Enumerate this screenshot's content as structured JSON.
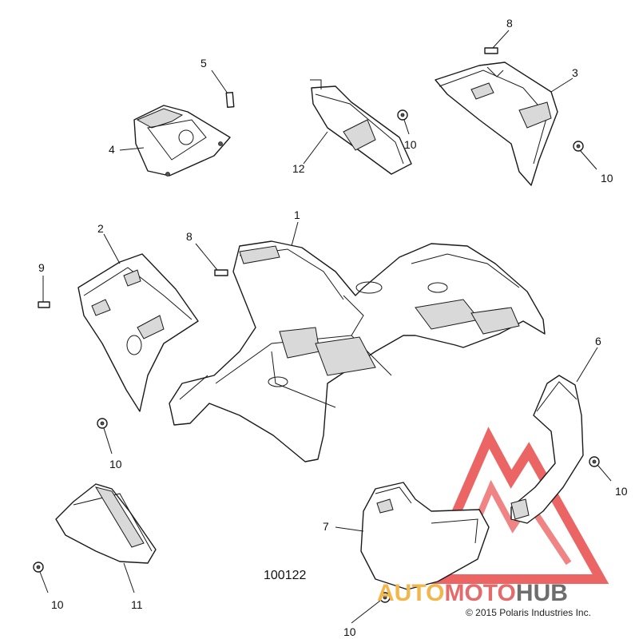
{
  "diagram_id": "100122",
  "copyright": "© 2015 Polaris Industries Inc.",
  "watermark": {
    "parts": [
      "AUTO",
      "MOTO",
      "HUB"
    ],
    "colors": {
      "auto": "#f2b64a",
      "moto": "#e36b6b",
      "hub": "#6d6d6d",
      "triangle": "#e94b4b"
    }
  },
  "callouts": [
    {
      "id": "c1",
      "text": "1"
    },
    {
      "id": "c2",
      "text": "2"
    },
    {
      "id": "c3",
      "text": "3"
    },
    {
      "id": "c4",
      "text": "4"
    },
    {
      "id": "c5",
      "text": "5"
    },
    {
      "id": "c6",
      "text": "6"
    },
    {
      "id": "c7",
      "text": "7"
    },
    {
      "id": "c8a",
      "text": "8"
    },
    {
      "id": "c8b",
      "text": "8"
    },
    {
      "id": "c9",
      "text": "9"
    },
    {
      "id": "c10a",
      "text": "10"
    },
    {
      "id": "c10b",
      "text": "10"
    },
    {
      "id": "c10c",
      "text": "10"
    },
    {
      "id": "c10d",
      "text": "10"
    },
    {
      "id": "c10e",
      "text": "10"
    },
    {
      "id": "c10f",
      "text": "10"
    },
    {
      "id": "c11",
      "text": "11"
    },
    {
      "id": "c12",
      "text": "12"
    }
  ]
}
